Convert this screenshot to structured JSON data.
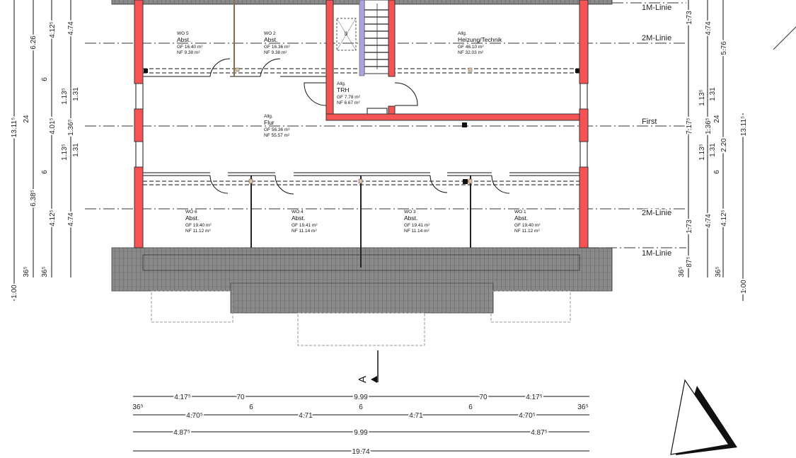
{
  "plan": {
    "colors": {
      "wall": "#f65454",
      "roof": "#8a8a8a",
      "stair_rail": "#a9a4e0",
      "post": "#d7c5a4"
    },
    "reference_lines": {
      "one_m_top": "1M-Linie",
      "two_m_top": "2M-Linie",
      "first": "First",
      "two_m_bottom": "2M-Linie",
      "one_m_bottom": "1M-Linie"
    },
    "rooms": [
      {
        "prefix": "WO 5",
        "name": "Abst.",
        "gf": "GF 16.40 m²",
        "nf": "NF 9.38 m²"
      },
      {
        "prefix": "WO 2",
        "name": "Abst.",
        "gf": "GF 16.36 m²",
        "nf": "NF 9.38 m²"
      },
      {
        "prefix": "Allg.",
        "name": "TRH",
        "gf": "GF 7.78 m²",
        "nf": "NF 6.67 m²"
      },
      {
        "prefix": "Allg.",
        "name": "Heizung/Technik",
        "gf": "GF 46.10 m²",
        "nf": "NF 32.03 m²"
      },
      {
        "prefix": "Allg.",
        "name": "Flur",
        "gf": "GF 56.36 m²",
        "nf": "NF 55.57 m²"
      },
      {
        "prefix": "WO 6",
        "name": "Abst.",
        "gf": "GF 19.40 m²",
        "nf": "NF 11.12 m²"
      },
      {
        "prefix": "WO 4",
        "name": "Abst.",
        "gf": "GF 19.41 m²",
        "nf": "NF 11.14 m²"
      },
      {
        "prefix": "WO 3",
        "name": "Abst.",
        "gf": "GF 19.41 m²",
        "nf": "NF 11.14 m²"
      },
      {
        "prefix": "WO 1",
        "name": "Abst.",
        "gf": "GF 19.40 m²",
        "nf": "NF 11.12 m²"
      }
    ],
    "stair_label": "EF",
    "section_marker": "A",
    "dims_left": {
      "c1": [
        "13.11⁵",
        "1.00"
      ],
      "c2": [
        "6.26",
        "24",
        "6.38⁵",
        "36⁵"
      ],
      "c3": [
        "4.12⁵",
        "6",
        "4.01⁵",
        "6",
        "4.12⁵",
        "36⁵"
      ],
      "c4": [
        "4.74",
        "1.13⁵",
        "1.31",
        "1.36⁵",
        "1.13⁵",
        "1.31",
        "4.74"
      ]
    },
    "dims_right": {
      "c1": [
        "1.73",
        "7.17⁵",
        "1.73",
        "87⁵",
        "36⁵"
      ],
      "c2": [
        "4.74",
        "1.13⁵",
        "1.31",
        "1.36⁵",
        "1.13⁵",
        "1.31",
        "4.74",
        "36⁵"
      ],
      "c3": [
        "5.76",
        "24",
        "2.20",
        "6",
        "4.12⁵"
      ],
      "c4": [
        "13.11⁵",
        "1.00"
      ]
    },
    "dims_bottom": {
      "r1": [
        "4.17⁵",
        "70",
        "9.99",
        "70",
        "4.17⁵"
      ],
      "r2_top": [
        "36⁵",
        "6",
        "6",
        "6",
        "36⁵"
      ],
      "r2": [
        "4.70⁵",
        "4.71",
        "4.71",
        "4.70⁵"
      ],
      "r3": [
        "4.87⁵",
        "9.99",
        "4.87⁵"
      ],
      "r4": [
        "19.74"
      ]
    }
  }
}
